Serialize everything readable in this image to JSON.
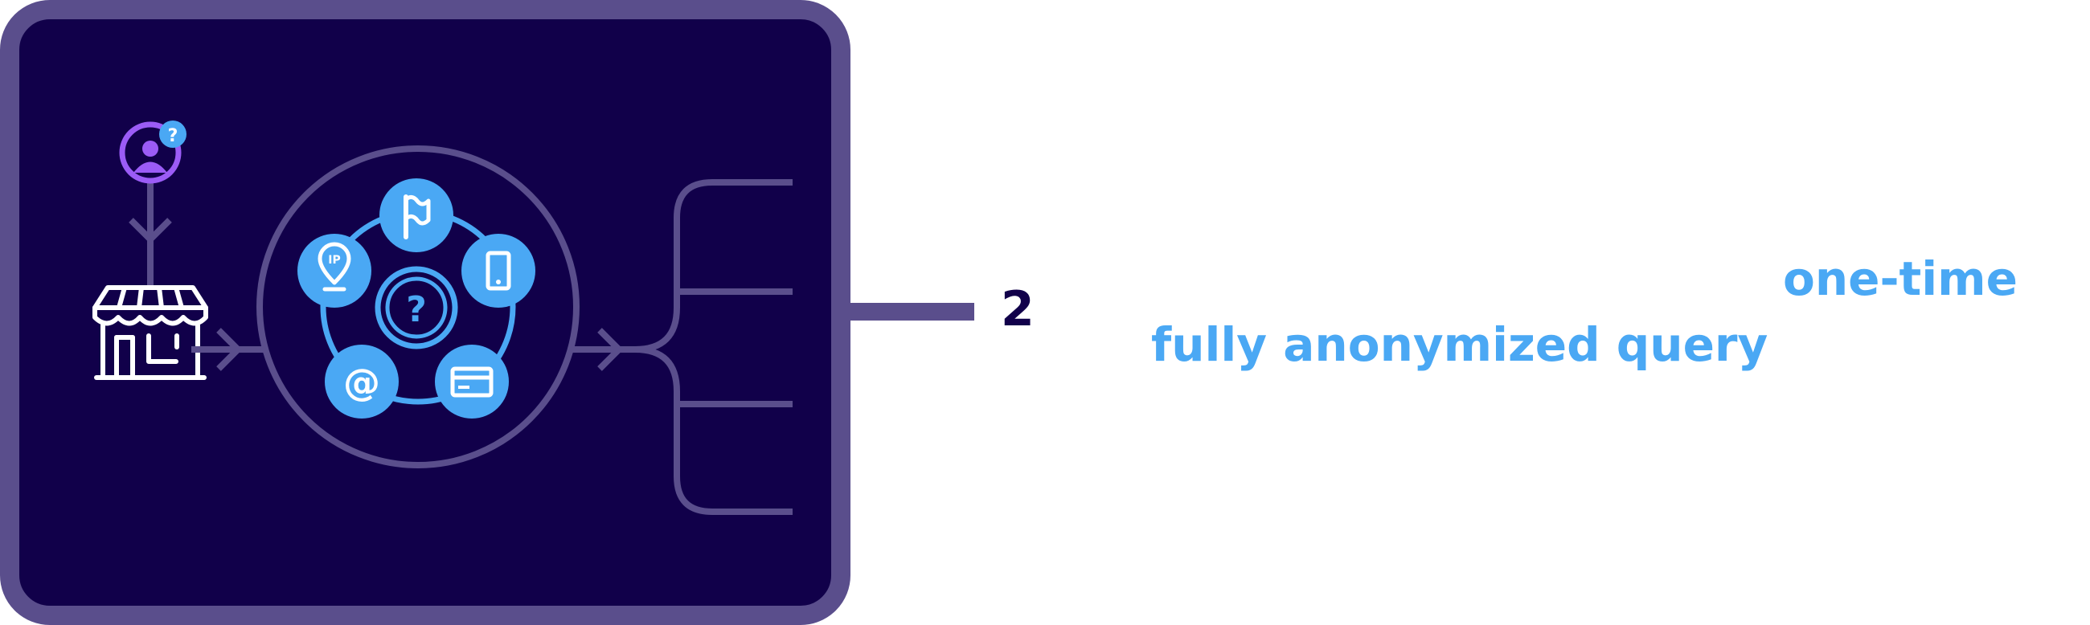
{
  "colors": {
    "panel_background": "#11004a",
    "panel_border": "#5a4e8c",
    "accent_blue": "#4aa8f4",
    "accent_purple": "#9b5cf6",
    "icon_white": "#ffffff",
    "number_text": "#11004a"
  },
  "step": {
    "number": "2"
  },
  "highlights": {
    "one_time": "one-time",
    "anonymized_query": "fully anonymized query"
  },
  "icons": {
    "user": "user-question-icon",
    "store": "storefront-icon",
    "center": "question-mark-icon",
    "orbit": [
      "flag-icon",
      "phone-icon",
      "credit-card-icon",
      "at-sign-icon",
      "ip-location-icon"
    ]
  }
}
